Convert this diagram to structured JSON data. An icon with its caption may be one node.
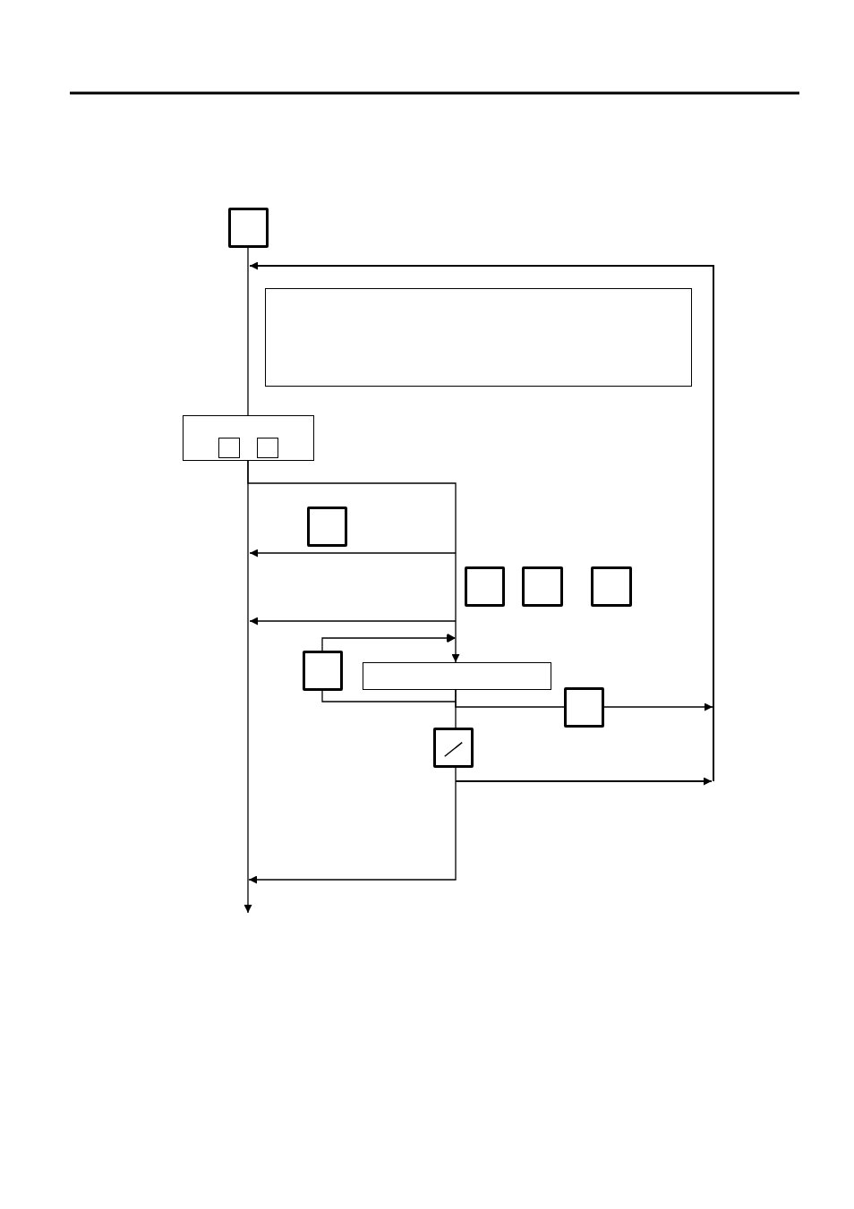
{
  "diagram": {
    "nodes": [
      {
        "text": [],
        "shape": "box"
      },
      {
        "text": [],
        "shape": "box"
      },
      {
        "text": [],
        "shape": "box"
      },
      {
        "text": [],
        "shape": "box",
        "in": 2
      },
      {
        "text": [],
        "shape": "box",
        "in": 2
      },
      {
        "text": [],
        "shape": "box"
      },
      {
        "text": [],
        "shape": "box"
      },
      {
        "text": [],
        "shape": "box"
      },
      {
        "text": [],
        "shape": "box"
      },
      {
        "text": [],
        "shape": "box"
      },
      {
        "text": [],
        "shape": "box"
      },
      {
        "text": [],
        "shape": "box"
      },
      {
        "text": [],
        "shape": "box"
      }
    ],
    "edges": [
      {
        "from": 0,
        "to": 2,
        "arrow": "none"
      },
      {
        "from": 2,
        "to": null,
        "arrow": "to"
      },
      {
        "from": 2,
        "to": 10,
        "arrow": "to"
      },
      {
        "from": 9,
        "to": 10,
        "arrow": "to"
      },
      {
        "from": 9,
        "to": 10,
        "arrow": "none"
      },
      {
        "from": 10,
        "to": 11,
        "arrow": "none"
      },
      {
        "from": 11,
        "to": null,
        "arrow": "to"
      },
      {
        "from": 10,
        "to": 12,
        "arrow": "none"
      },
      {
        "from": 12,
        "to": null,
        "arrow": "to"
      }
    ]
  }
}
